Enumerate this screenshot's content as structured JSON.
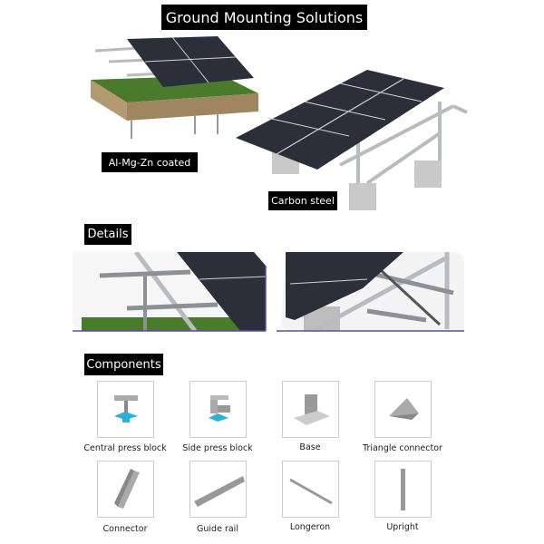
{
  "title": "Ground Mounting Solutions",
  "hero": {
    "left_label": "Al-Mg-Zn coated",
    "right_label": "Carbon steel"
  },
  "details": {
    "heading": "Details"
  },
  "components": {
    "heading": "Components",
    "items": [
      {
        "label": "Central press block",
        "icon": "central-press-block"
      },
      {
        "label": "Side press block",
        "icon": "side-press-block"
      },
      {
        "label": "Base",
        "icon": "base"
      },
      {
        "label": "Triangle connector",
        "icon": "triangle-connector"
      },
      {
        "label": "Connector",
        "icon": "connector"
      },
      {
        "label": "Guide rail",
        "icon": "guide-rail"
      },
      {
        "label": "Longeron",
        "icon": "longeron"
      },
      {
        "label": "Upright",
        "icon": "upright"
      }
    ]
  },
  "colors": {
    "label_bg": "#000000",
    "panel": "#2b2f3a",
    "grass": "#4a7a2c",
    "steel": "#b8bcc0",
    "accent_blue": "#2bb0d8",
    "detail_border": "#5a4fa0"
  }
}
